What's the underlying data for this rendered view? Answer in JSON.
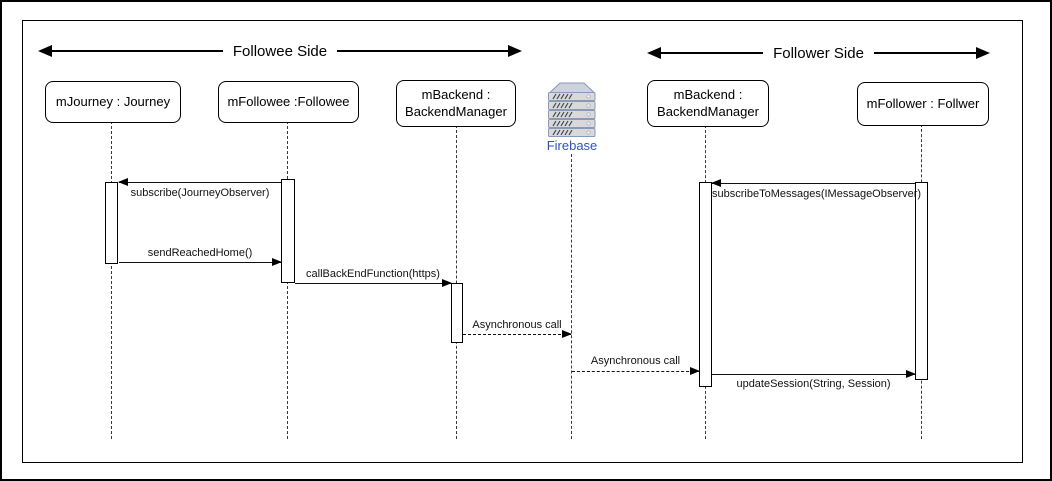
{
  "sections": {
    "followee": "Followee Side",
    "follower": "Follower Side"
  },
  "lifelines": {
    "journey": "mJourney : Journey",
    "followee": "mFollowee :Followee",
    "backend_followee": "mBackend :\nBackendManager",
    "firebase": "Firebase",
    "backend_follower": "mBackend :\nBackendManager",
    "follower": "mFollower : Follwer"
  },
  "messages": {
    "subscribe": "subscribe(JourneyObserver)",
    "send_reached_home": "sendReachedHome()",
    "call_backend_function": "callBackEndFunction(https)",
    "async_call_to_firebase": "Asynchronous call",
    "async_call_from_firebase": "Asynchronous call",
    "subscribe_to_messages": "subscribeToMessages(IMessageObserver)",
    "update_session": "updateSession(String, Session)"
  },
  "icons": {
    "firebase": "server-stack-icon"
  },
  "colors": {
    "firebase_label": "#2d52c8",
    "icon_fill": "#d9d9d9",
    "icon_stroke": "#8a99b8",
    "line": "#000000",
    "background": "#ffffff"
  }
}
